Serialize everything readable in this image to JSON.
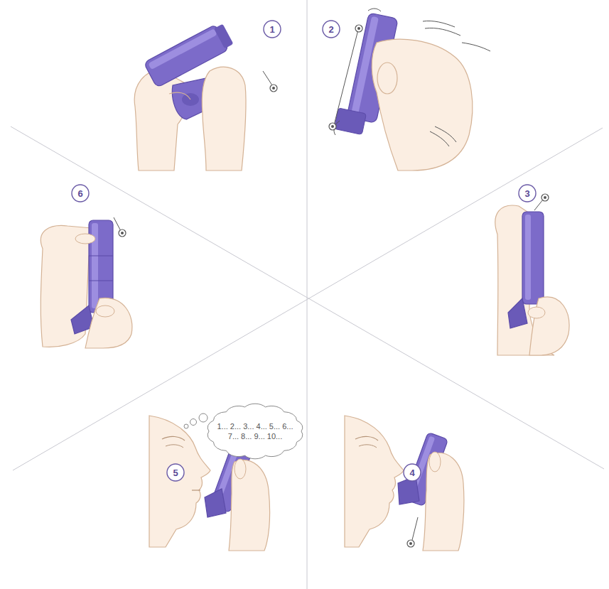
{
  "diagram": {
    "nodes": [
      {
        "text": [
          "1"
        ]
      },
      {
        "text": [
          "2"
        ]
      },
      {
        "text": [
          "6"
        ]
      },
      {
        "text": [
          "3"
        ]
      },
      {
        "text": [
          "5"
        ]
      },
      {
        "text": [
          "1... 2... 3... 4... 5... 6... 7... 8... 9... 10..."
        ]
      },
      {
        "text": [
          "4"
        ]
      }
    ],
    "edges": []
  }
}
